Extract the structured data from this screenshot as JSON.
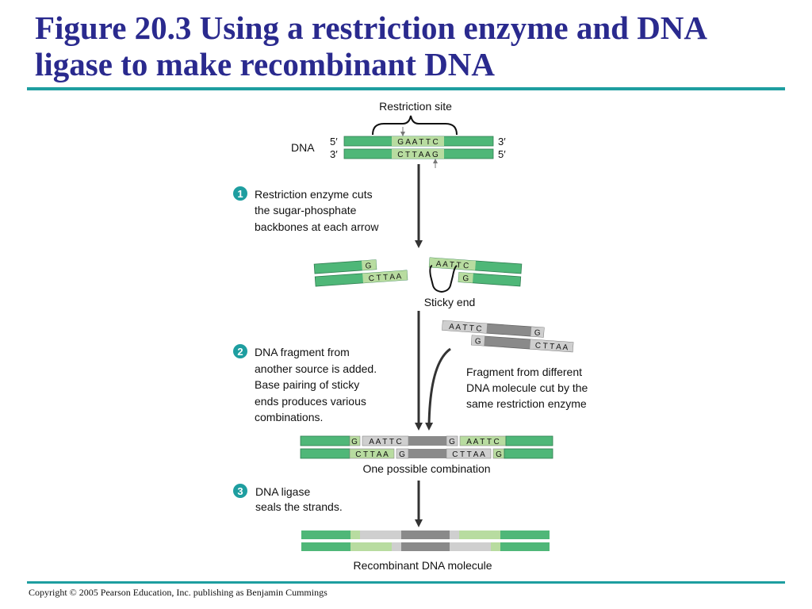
{
  "title_line1": "Figure 20.3 Using a restriction enzyme and DNA",
  "title_line2": "ligase to make recombinant DNA",
  "copyright": "Copyright © 2005 Pearson Education, Inc. publishing as Benjamin Cummings",
  "diagram": {
    "restriction_site_label": "Restriction site",
    "dna_label": "DNA",
    "top_5prime": "5′",
    "top_3prime": "3′",
    "bottom_3prime": "3′",
    "bottom_5prime": "5′",
    "site_top_seq": "G A A T T C",
    "site_bottom_seq": "C T T A A G",
    "step1_number": "1",
    "step1_line1": "Restriction enzyme cuts",
    "step1_line2": "the sugar-phosphate",
    "step1_line3": "backbones at each arrow",
    "cut_left_G": "G",
    "cut_left_CTTAA": "C T T A A",
    "cut_right_AATTC": "A A T T C",
    "cut_right_G": "G",
    "sticky_end_label": "Sticky end",
    "frag_AATTC": "A A T T C",
    "frag_G_top": "G",
    "frag_G_bottom": "G",
    "frag_CTTAA": "C T T A A",
    "fragment_line1": "Fragment from different",
    "fragment_line2": "DNA molecule cut by the",
    "fragment_line3": "same restriction enzyme",
    "step2_number": "2",
    "step2_line1": "DNA fragment from",
    "step2_line2": "another source is added.",
    "step2_line3": "Base pairing of sticky",
    "step2_line4": "ends produces various",
    "step2_line5": "combinations.",
    "combo_top_G1": "G",
    "combo_top_AATTC1": "A A T T C",
    "combo_top_G2": "G",
    "combo_top_AATTC2": "A A T T C",
    "combo_bot_CTTAA1": "C T T A A",
    "combo_bot_G1": "G",
    "combo_bot_CTTAA2": "C T T A A",
    "combo_bot_G2": "G",
    "combination_label": "One possible combination",
    "step3_number": "3",
    "step3_line1": "DNA ligase",
    "step3_line2": "seals the strands.",
    "recombinant_label": "Recombinant DNA molecule"
  },
  "colors": {
    "title": "#2a2a8e",
    "rule": "#1e9ea0",
    "strand_green": "#4fb778",
    "site_light_green": "#b8dca0",
    "fragment_gray": "#8a8a8a",
    "fragment_light_gray": "#cfcfcf",
    "step_badge": "#1e9ea0"
  }
}
